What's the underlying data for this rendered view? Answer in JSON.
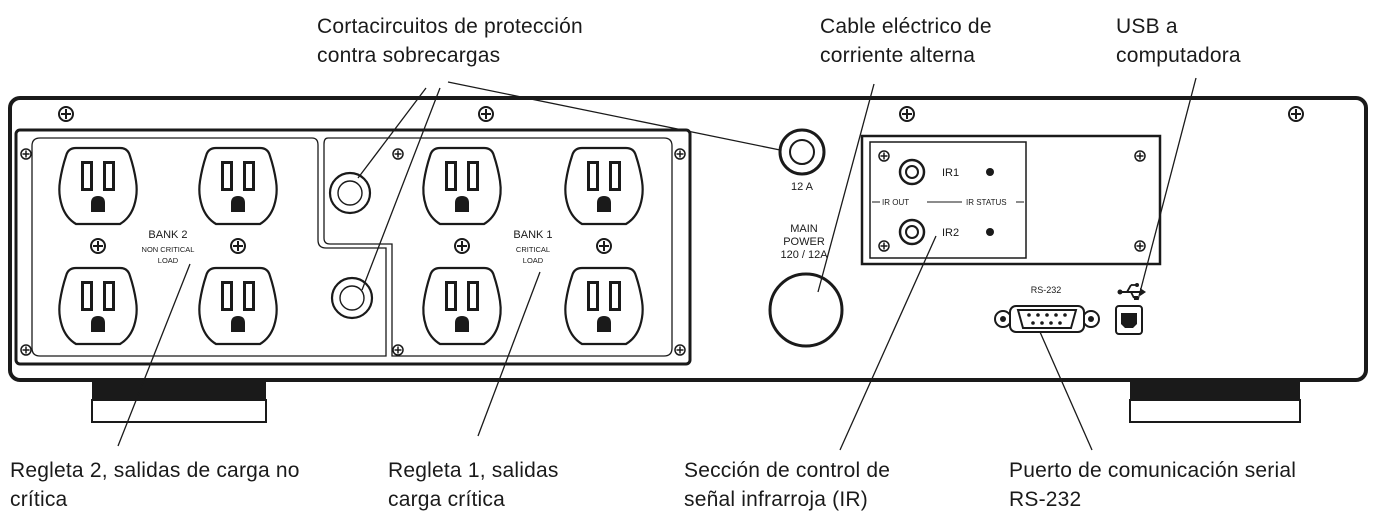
{
  "callouts": {
    "breakers": [
      "Cortacircuitos de protección",
      "contra sobrecargas"
    ],
    "ac_cable": [
      "Cable eléctrico de",
      "corriente alterna"
    ],
    "usb": [
      "USB a",
      "computadora"
    ],
    "bank2_outlets": [
      "Regleta 2, salidas de carga no",
      "crítica"
    ],
    "bank1_outlets": [
      "Regleta 1, salidas",
      "carga crítica"
    ],
    "ir_section": [
      "Sección de control de",
      "señal infrarroja (IR)"
    ],
    "serial_port": [
      "Puerto de comunicación serial",
      "RS-232"
    ]
  },
  "panel_labels": {
    "bank2_title": "BANK 2",
    "bank2_sub1": "NON CRITICAL",
    "bank2_sub2": "LOAD",
    "bank1_title": "BANK 1",
    "bank1_sub1": "CRITICAL",
    "bank1_sub2": "LOAD",
    "breaker_rating": "12 A",
    "main_power_1": "MAIN",
    "main_power_2": "POWER",
    "main_power_3": "120 / 12A",
    "ir1": "IR1",
    "ir2": "IR2",
    "ir_out": "IR OUT",
    "ir_status": "IR STATUS",
    "rs232": "RS-232"
  },
  "icons": [
    "screw-icon",
    "outlet-icon",
    "breaker-icon",
    "ir-jack-icon",
    "led-icon",
    "usb-symbol-icon",
    "usb-port-icon",
    "db9-connector-icon"
  ],
  "colors": {
    "line": "#1a1a1a",
    "panel": "#ffffff",
    "foot": "#1a1a1a"
  }
}
